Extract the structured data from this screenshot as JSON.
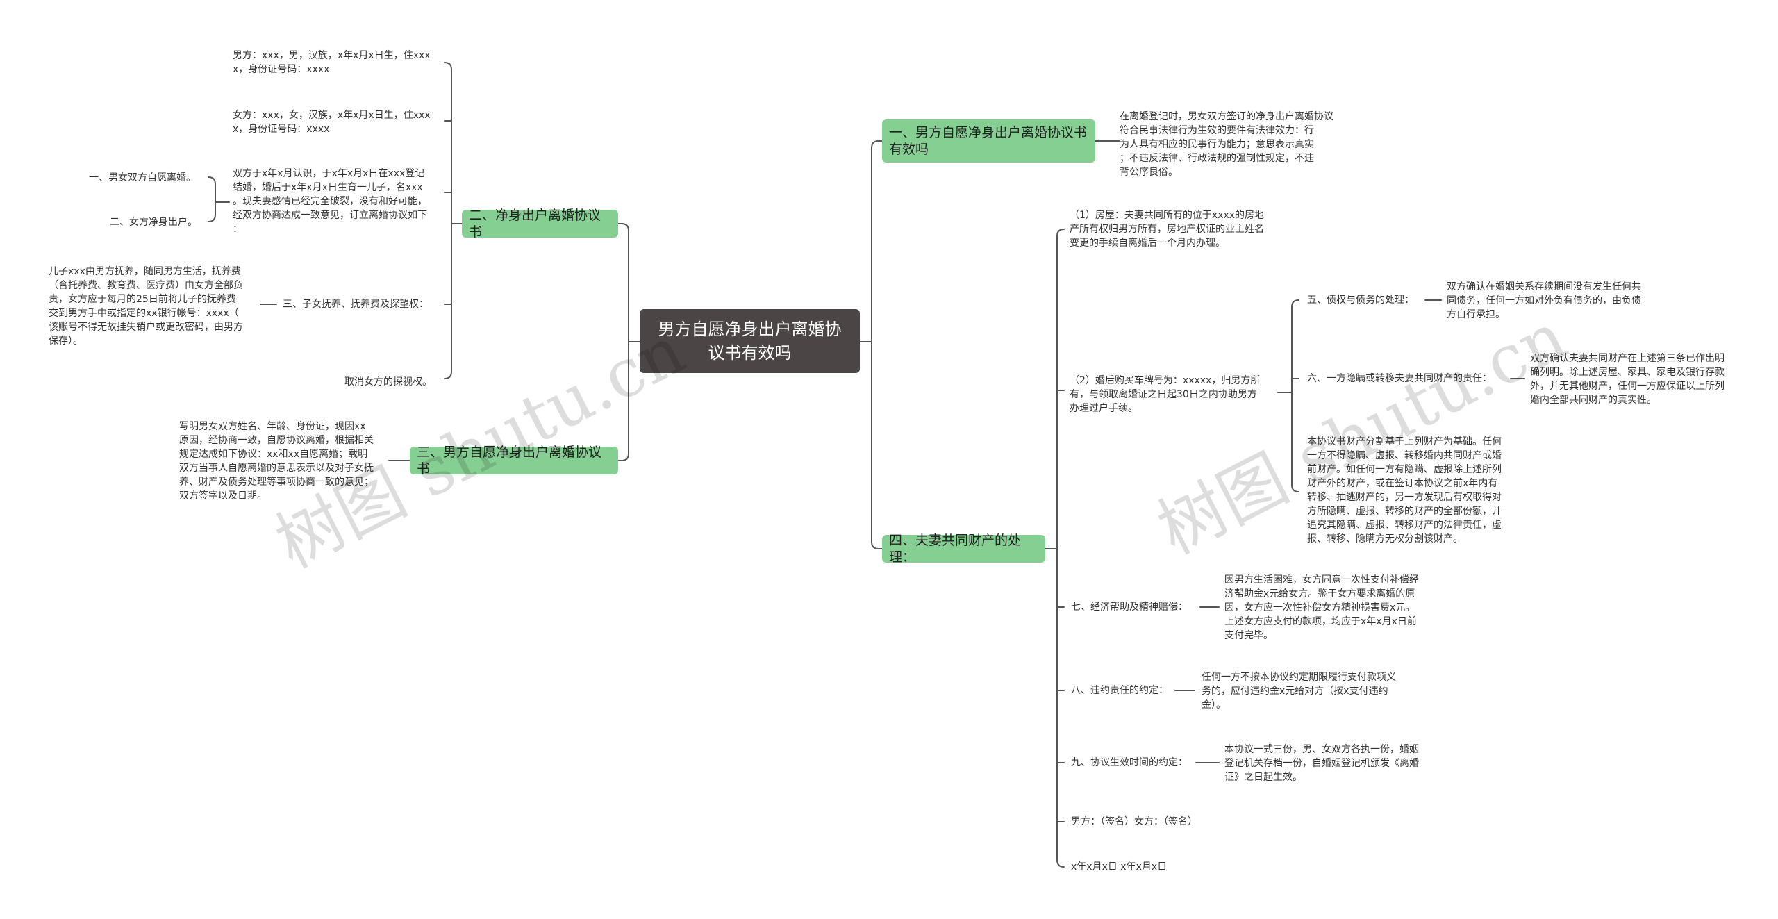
{
  "root": {
    "label": "男方自愿净身出户离婚协\n议书有效吗"
  },
  "branches": {
    "b1": {
      "label": "一、男方自愿净身出户离婚协议书\n有效吗"
    },
    "b2": {
      "label": "二、净身出户离婚协议书"
    },
    "b3": {
      "label": "三、男方自愿净身出户离婚协议书"
    },
    "b4": {
      "label": "四、夫妻共同财产的处理："
    }
  },
  "left": {
    "husband": "男方：xxx，男，汉族，x年x月x日生，住xxx\nx，身份证号码：xxxx",
    "wife": "女方：xxx，女，汉族，x年x月x日生，住xxx\nx，身份证号码：xxxx",
    "intro": "双方于x年x月认识，于x年x月x日在xxx登记\n结婚，婚后于x年x月x日生育一儿子，名xxx\n。现夫妻感情已经完全破裂，没有和好可能，\n经双方协商达成一致意见，订立离婚协议如下\n：",
    "item1": "一、男女双方自愿离婚。",
    "item2": "二、女方净身出户。",
    "item3": "三、子女抚养、抚养费及探望权：",
    "child": "儿子xxx由男方抚养，随同男方生活，抚养费\n（含托养费、教育费、医疗费）由女方全部负\n责，女方应于每月的25日前将儿子的抚养费\n交到男方手中或指定的xx银行帐号：xxxx（\n该账号不得无故挂失销户或更改密码，由男方\n保存）。",
    "cancel": "取消女方的探视权。",
    "b3text": "写明男女双方姓名、年龄、身份证，现因xx\n原因，经协商一致，自愿协议离婚，根据相关\n规定达成如下协议：xx和xx自愿离婚；载明\n双方当事人自愿离婚的意思表示以及对子女抚\n养、财产及债务处理等事项协商一致的意见；\n双方签字以及日期。"
  },
  "right": {
    "b1text": "在离婚登记时，男女双方签订的净身出户离婚协议\n符合民事法律行为生效的要件有法律效力：行\n为人具有相应的民事行为能力；意思表示真实\n；不违反法律、行政法规的强制性规定，不违\n背公序良俗。",
    "house": "（1）房屋：夫妻共同所有的位于xxxx的房地\n产所有权归男方所有，房地产权证的业主姓名\n变更的手续自离婚后一个月内办理。",
    "car": "（2）婚后购买车牌号为：xxxxx，归男方所\n有，与领取离婚证之日起30日之内协助男方\n办理过户手续。",
    "debt": "五、债权与债务的处理：",
    "debtText": "双方确认在婚姻关系存续期间没有发生任何共\n同债务，任何一方如对外负有债务的，由负债\n方自行承担。",
    "hide": "六、一方隐瞒或转移夫妻共同财产的责任：",
    "hideText": "双方确认夫妻共同财产在上述第三条已作出明\n确列明。除上述房屋、家具、家电及银行存款\n外，并无其他财产，任何一方应保证以上所列\n婚内全部共同财产的真实性。",
    "basis": "本协议书财产分割基于上列财产为基础。任何\n一方不得隐瞒、虚报、转移婚内共同财产或婚\n前财产。如任何一方有隐瞒、虚报除上述所列\n财产外的财产，或在签订本协议之前x年内有\n转移、抽逃财产的，另一方发现后有权取得对\n方所隐瞒、虚报、转移的财产的全部份额，并\n追究其隐瞒、虚报、转移财产的法律责任，虚\n报、转移、隐瞒方无权分割该财产。",
    "item7": "七、经济帮助及精神赔偿：",
    "item7Text": "因男方生活困难，女方同意一次性支付补偿经\n济帮助金x元给女方。鉴于女方要求离婚的原\n因，女方应一次性补偿女方精神损害费x元。\n上述女方应支付的款项，均应于x年x月x日前\n支付完毕。",
    "item8": "八、违约责任的约定：",
    "item8Text": "任何一方不按本协议约定期限履行支付款项义\n务的，应付违约金x元给对方（按x支付违约\n金）。",
    "item9": "九、协议生效时间的约定：",
    "item9Text": "本协议一式三份，男、女双方各执一份，婚姻\n登记机关存档一份，自婚姻登记机颁发《离婚\n证》之日起生效。",
    "sign": "男方：（签名）女方：（签名）",
    "date": "x年x月x日 x年x月x日"
  },
  "watermarks": {
    "left": "树图 shutu.cn",
    "right": "树图 shutu.cn"
  },
  "colors": {
    "root": "#4b4546",
    "branch": "#86cf93",
    "line": "#555555"
  }
}
